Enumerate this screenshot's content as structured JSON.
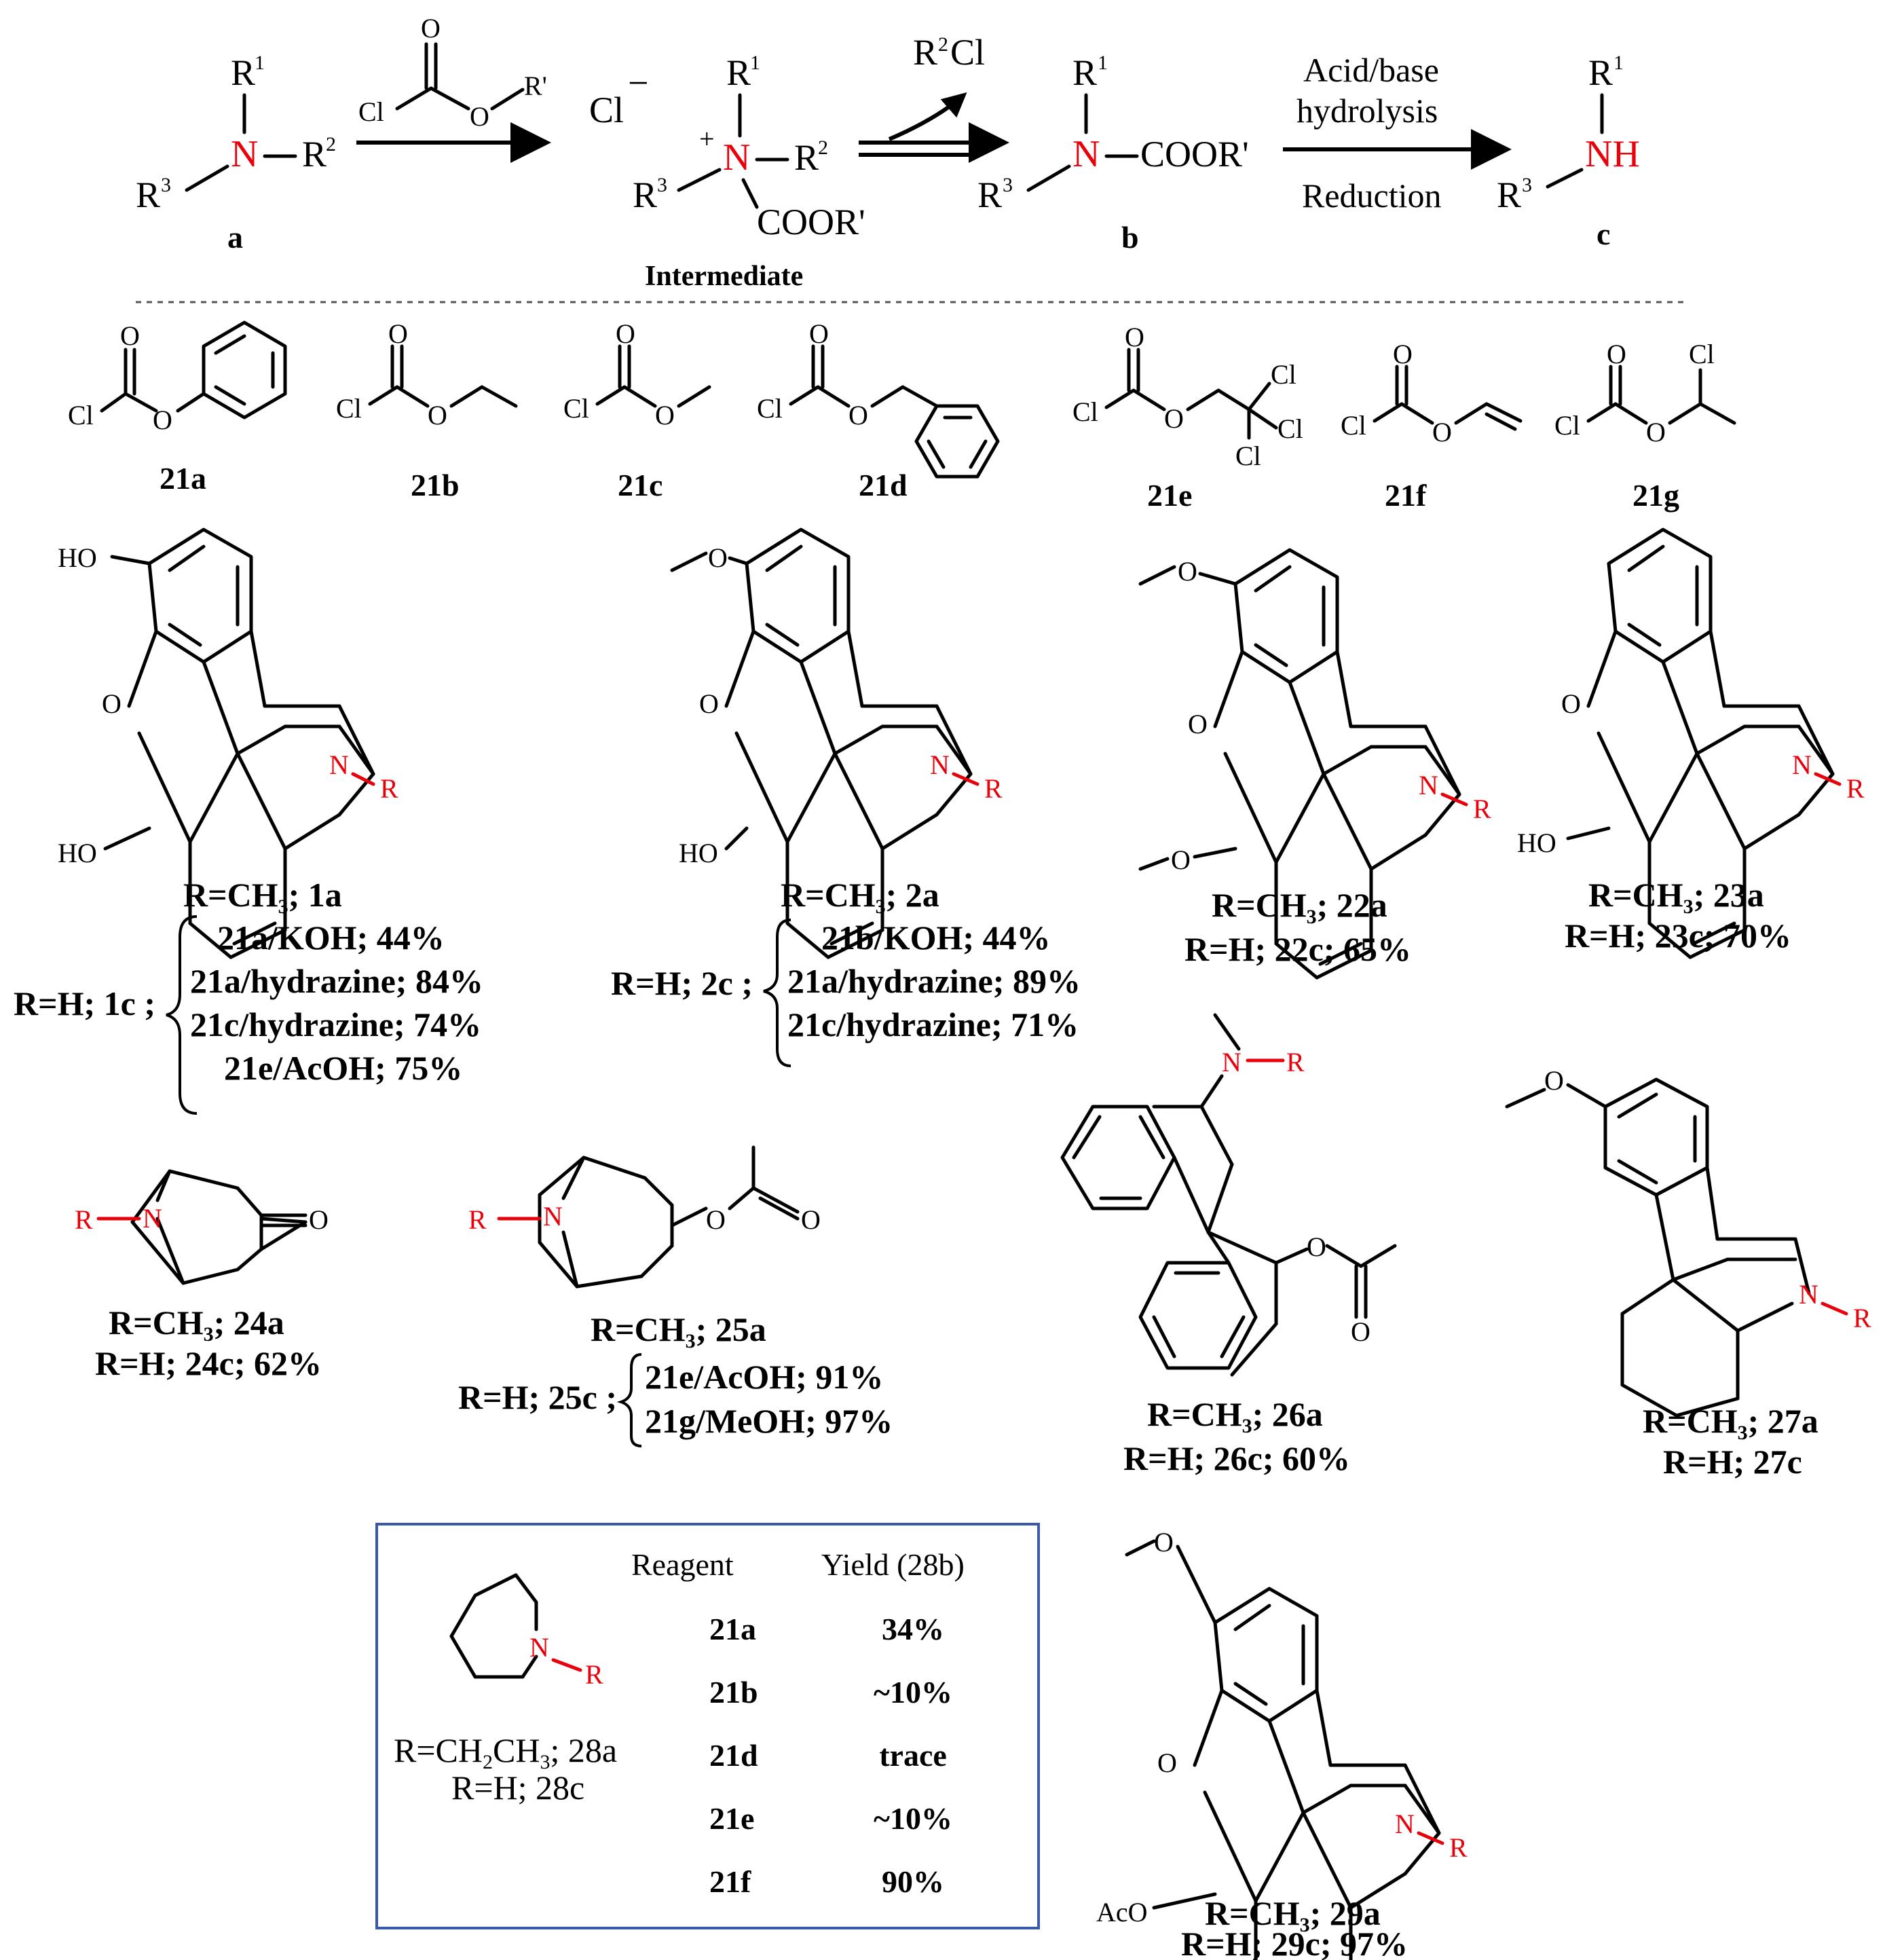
{
  "reaction": {
    "reagent": {
      "O": "O",
      "Cl": "Cl",
      "O2": "O",
      "R_prime": "R'"
    },
    "a": {
      "R1": "R",
      "R1_sup": "1",
      "N": "N",
      "R2": "R",
      "R2_sup": "2",
      "R3": "R",
      "R3_sup": "3",
      "label": "a"
    },
    "intermediate": {
      "Cl": "Cl",
      "minus": "−",
      "plus": "+",
      "R1": "R",
      "R1_sup": "1",
      "N": "N",
      "R2": "R",
      "R2_sup": "2",
      "R3": "R",
      "R3_sup": "3",
      "COOR": "COOR'",
      "label": "Intermediate"
    },
    "byproduct": {
      "R": "R",
      "sup": "2",
      "Cl": "Cl"
    },
    "b": {
      "R1": "R",
      "R1_sup": "1",
      "N": "N",
      "COOR": "COOR'",
      "R3": "R",
      "R3_sup": "3",
      "label": "b"
    },
    "step2": {
      "line1": "Acid/base",
      "line2": "hydrolysis",
      "line3": "Reduction"
    },
    "c": {
      "R1": "R",
      "R1_sup": "1",
      "NH": "NH",
      "R3": "R",
      "R3_sup": "3",
      "label": "c"
    }
  },
  "reagents": [
    {
      "id": "21a"
    },
    {
      "id": "21b"
    },
    {
      "id": "21c"
    },
    {
      "id": "21d"
    },
    {
      "id": "21e"
    },
    {
      "id": "21f"
    },
    {
      "id": "21g"
    }
  ],
  "atoms": {
    "O": "O",
    "Cl": "Cl",
    "HO": "HO",
    "N": "N",
    "R": "R",
    "AcO": "AcO"
  },
  "compounds": {
    "c1": {
      "a": "R=CH",
      "a_sub": "3",
      "a_tail": "; 1a",
      "b": "R=H; 1c ;",
      "conds": [
        {
          "reagent": "21a/KOH",
          "yield": "; 44%"
        },
        {
          "reagent": "21a/hydrazine",
          "yield": "; 84%"
        },
        {
          "reagent": "21c/hydrazine",
          "yield": "; 74%"
        },
        {
          "reagent": "21e/AcOH",
          "yield": "; 75%"
        }
      ]
    },
    "c2": {
      "a": "R=CH",
      "a_sub": "3",
      "a_tail": "; 2a",
      "b": "R=H; 2c ;",
      "conds": [
        {
          "reagent": "21b/KOH",
          "yield": "; 44%"
        },
        {
          "reagent": "21a/hydrazine",
          "yield": "; 89%"
        },
        {
          "reagent": "21c/hydrazine",
          "yield": "; 71%"
        }
      ]
    },
    "c22": {
      "a": "R=CH",
      "a_sub": "3",
      "a_tail": "; 22a",
      "b": "R=H; 22c; 65%"
    },
    "c23": {
      "a": "R=CH",
      "a_sub": "3",
      "a_tail": "; 23a",
      "b": "R=H; 23c; 70%"
    },
    "c24": {
      "a": "R=CH",
      "a_sub": "3",
      "a_tail": "; 24a",
      "b": "R=H; 24c; 62%"
    },
    "c25": {
      "a": "R=CH",
      "a_sub": "3",
      "a_tail": "; 25a",
      "b": "R=H; 25c ;",
      "conds": [
        {
          "reagent": "21e/AcOH",
          "yield": "; 91%"
        },
        {
          "reagent": "21g/MeOH",
          "yield": "; 97%"
        }
      ]
    },
    "c26": {
      "a": "R=CH",
      "a_sub": "3",
      "a_tail": "; 26a",
      "b": "R=H; 26c; 60%"
    },
    "c27": {
      "a": "R=CH",
      "a_sub": "3",
      "a_tail": "; 27a",
      "b": "R=H; 27c"
    },
    "c29": {
      "a": "R=CH",
      "a_sub": "3",
      "a_tail": "; 29a",
      "b": "R=H; 29c; 97%"
    }
  },
  "table": {
    "header_reagent": "Reagent",
    "header_yield": "Yield (28b)",
    "compound_a": "R=CH",
    "a_sub1": "2",
    "a_mid": "CH",
    "a_sub2": "3",
    "a_tail": "; 28a",
    "compound_b": "R=H; 28c",
    "rows": [
      {
        "reagent": "21a",
        "yield": "34%"
      },
      {
        "reagent": "21b",
        "yield": "~10%"
      },
      {
        "reagent": "21d",
        "yield": "trace"
      },
      {
        "reagent": "21e",
        "yield": "~10%"
      },
      {
        "reagent": "21f",
        "yield": "90%"
      }
    ],
    "border_color": "#3a5aa8"
  },
  "colors": {
    "nitrogen": "#e8000b",
    "text": "#000000"
  }
}
